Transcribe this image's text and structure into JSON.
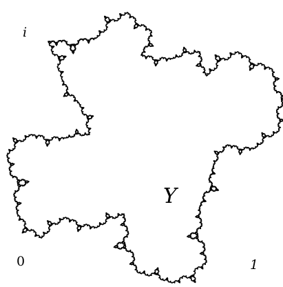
{
  "figure": {
    "labels": {
      "corner_i": "i",
      "corner_0": "0",
      "corner_1": "1",
      "region": "Y"
    },
    "curve": {
      "stroke_color": "#000000",
      "fill_color": "#ffffff",
      "recursion_depth": 4
    }
  }
}
